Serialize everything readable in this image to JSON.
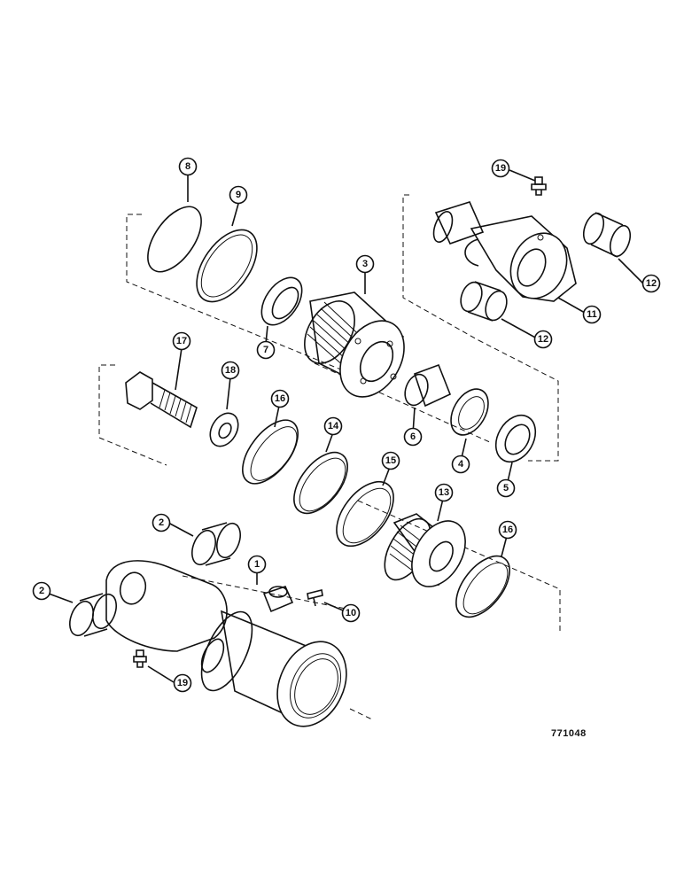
{
  "diagram": {
    "document_number": "771048",
    "callouts": [
      {
        "id": "callout-1",
        "label": "1"
      },
      {
        "id": "callout-2a",
        "label": "2"
      },
      {
        "id": "callout-2b",
        "label": "2"
      },
      {
        "id": "callout-3",
        "label": "3"
      },
      {
        "id": "callout-4",
        "label": "4"
      },
      {
        "id": "callout-5",
        "label": "5"
      },
      {
        "id": "callout-6",
        "label": "6"
      },
      {
        "id": "callout-7",
        "label": "7"
      },
      {
        "id": "callout-8",
        "label": "8"
      },
      {
        "id": "callout-9",
        "label": "9"
      },
      {
        "id": "callout-10",
        "label": "10"
      },
      {
        "id": "callout-11",
        "label": "11"
      },
      {
        "id": "callout-12a",
        "label": "12"
      },
      {
        "id": "callout-12b",
        "label": "12"
      },
      {
        "id": "callout-13",
        "label": "13"
      },
      {
        "id": "callout-14",
        "label": "14"
      },
      {
        "id": "callout-15",
        "label": "15"
      },
      {
        "id": "callout-16a",
        "label": "16"
      },
      {
        "id": "callout-16b",
        "label": "16"
      },
      {
        "id": "callout-17",
        "label": "17"
      },
      {
        "id": "callout-18",
        "label": "18"
      },
      {
        "id": "callout-19a",
        "label": "19"
      },
      {
        "id": "callout-19b",
        "label": "19"
      }
    ]
  }
}
